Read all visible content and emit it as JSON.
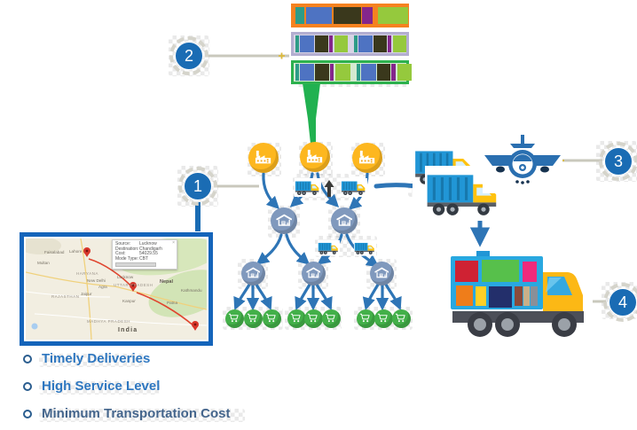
{
  "callouts": [
    "1",
    "2",
    "3",
    "4"
  ],
  "legend": {
    "items": [
      {
        "label": "Timely Deliveries"
      },
      {
        "label": "High Service Level"
      },
      {
        "label": "Minimum Transportation Cost"
      }
    ]
  },
  "map": {
    "labels": [
      "Faisalabad",
      "Lahore",
      "Multan",
      "HARYANA",
      "New Delhi",
      "Jaipur",
      "RAJASTHAN",
      "Agra",
      "UTTAR PRADESH",
      "Lucknow",
      "Kanpur",
      "Nepal",
      "Kathmandu",
      "Patna",
      "MADHYA PRADESH",
      "India"
    ],
    "popup": {
      "close": "×",
      "rows": [
        {
          "k": "Source:",
          "v": "Lucknow"
        },
        {
          "k": "Destination:",
          "v": "Chandigarh"
        },
        {
          "k": "Cost:",
          "v": "54029.55"
        },
        {
          "k": "Mode Type:",
          "v": "CBT"
        }
      ]
    }
  },
  "load_plans": [
    {
      "name": "truck-load-plan-1",
      "border": "#f58220",
      "inner_bg": "#f58220",
      "groups": [
        [
          {
            "c": "#2d9c87",
            "w": 10
          },
          {
            "c": "#4e73c2",
            "w": 29,
            "ml": 2
          },
          {
            "c": "#3a381c",
            "w": 31,
            "ml": 2
          },
          {
            "c": "#84268c",
            "w": 12,
            "ml": 1
          },
          {
            "c": "#95c93d",
            "w": 34,
            "ml": 6
          }
        ]
      ]
    },
    {
      "name": "truck-load-plan-2",
      "border": "#b3aed0",
      "inner_bg": "#d6d3e4",
      "groups": [
        [
          {
            "c": "#2d9c87",
            "w": 4
          },
          {
            "c": "#4e73c2",
            "w": 16,
            "ml": 1
          },
          {
            "c": "#3a381c",
            "w": 15,
            "ml": 1
          },
          {
            "c": "#84268c",
            "w": 4,
            "ml": 1
          },
          {
            "c": "#95c93d",
            "w": 15,
            "ml": 2
          }
        ],
        [
          {
            "c": "#2d9c87",
            "w": 4
          },
          {
            "c": "#4e73c2",
            "w": 16,
            "ml": 1
          },
          {
            "c": "#3a381c",
            "w": 15,
            "ml": 1
          },
          {
            "c": "#84268c",
            "w": 4,
            "ml": 1
          },
          {
            "c": "#95c93d",
            "w": 15,
            "ml": 2
          }
        ]
      ]
    },
    {
      "name": "truck-load-plan-3",
      "border": "#2db14e",
      "inner_bg": "#d4ead0",
      "groups": [
        [
          {
            "c": "#2d9c87",
            "w": 4
          },
          {
            "c": "#4e73c2",
            "w": 16,
            "ml": 1
          },
          {
            "c": "#3a381c",
            "w": 16,
            "ml": 1
          },
          {
            "c": "#84268c",
            "w": 4,
            "ml": 1
          },
          {
            "c": "#95c93d",
            "w": 17,
            "ml": 2
          }
        ],
        [
          {
            "c": "#2d9c87",
            "w": 4
          },
          {
            "c": "#4e73c2",
            "w": 17,
            "ml": 1
          },
          {
            "c": "#3a381c",
            "w": 15,
            "ml": 1
          },
          {
            "c": "#84268c",
            "w": 5,
            "ml": 1
          },
          {
            "c": "#95c93d",
            "w": 16,
            "ml": 2
          }
        ]
      ]
    }
  ],
  "colors": {
    "accent_blue": "#1a6cb4",
    "connector_blue": "#2e75b6",
    "gray_line": "#c9c8bc",
    "green_flow": "#21b150",
    "factory_yellow": "#fdb71f",
    "warehouse_slate": "#8099bd",
    "retail_green": "#43b049",
    "map_frame": "#1464ba",
    "route_red": "#e0452f",
    "pin_red": "#d8362a",
    "legend_blue": "#2e77c0",
    "legend_dark": "#44658c",
    "truck_blue": "#2196d6",
    "truck_yellow": "#ffc20e"
  }
}
